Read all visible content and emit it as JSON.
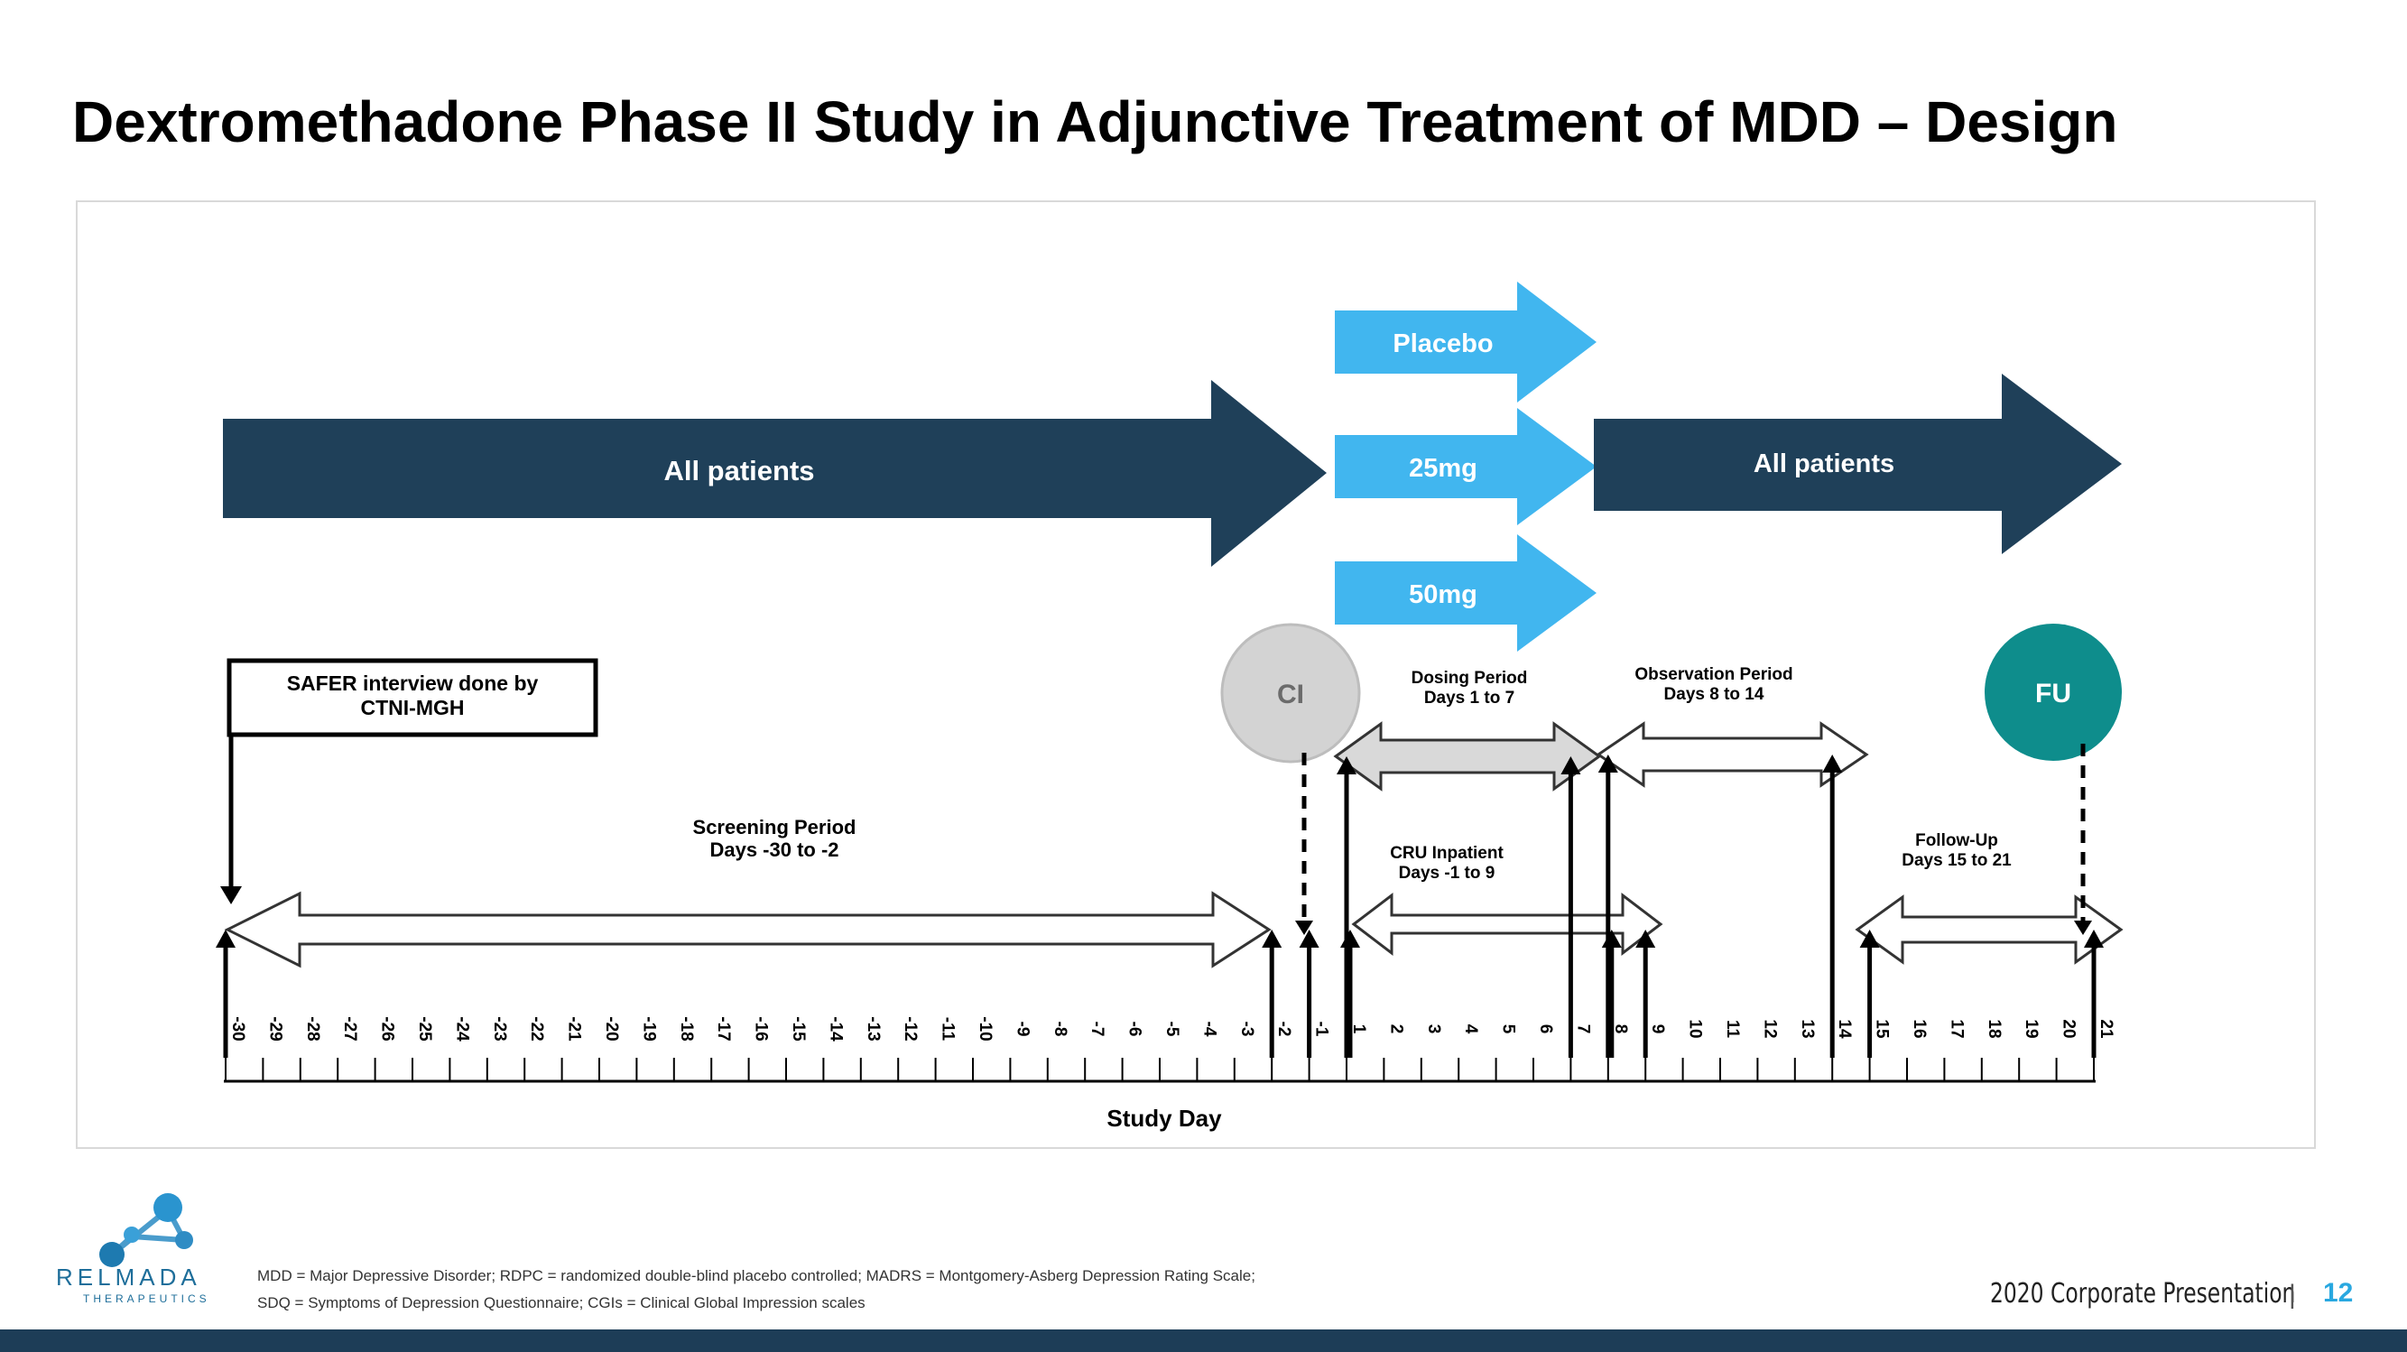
{
  "slide": {
    "title": "Dextromethadone Phase II Study in Adjunctive Treatment of MDD – Design"
  },
  "diagram": {
    "arrows": {
      "all_patients_left": "All patients",
      "all_patients_right": "All patients",
      "arms": [
        "Placebo",
        "25mg",
        "50mg"
      ]
    },
    "markers": {
      "ci": "CI",
      "fu": "FU"
    },
    "callout": {
      "line1": "SAFER interview done by",
      "line2": "CTNI-MGH"
    },
    "periods": {
      "screening": {
        "name": "Screening Period",
        "days": "Days -30 to -2"
      },
      "dosing": {
        "name": "Dosing Period",
        "days": "Days 1 to 7"
      },
      "observation": {
        "name": "Observation Period",
        "days": "Days 8 to 14"
      },
      "cru": {
        "name": "CRU Inpatient",
        "days": "Days -1 to 9"
      },
      "followup": {
        "name": "Follow-Up",
        "days": "Days 15 to 21"
      }
    },
    "axis": {
      "label": "Study Day",
      "ticks": [
        "-30",
        "-29",
        "-28",
        "-27",
        "-26",
        "-25",
        "-24",
        "-23",
        "-22",
        "-21",
        "-20",
        "-19",
        "-18",
        "-17",
        "-16",
        "-15",
        "-14",
        "-13",
        "-12",
        "-11",
        "-10",
        "-9",
        "-8",
        "-7",
        "-6",
        "-5",
        "-4",
        "-3",
        "-2",
        "-1",
        "1",
        "2",
        "3",
        "4",
        "5",
        "6",
        "7",
        "8",
        "9",
        "10",
        "11",
        "12",
        "13",
        "14",
        "15",
        "16",
        "17",
        "18",
        "19",
        "20",
        "21"
      ]
    },
    "colors": {
      "navy": "#1f4059",
      "light_blue": "#41b6ef",
      "ci_gray": "#d3d3d3",
      "fu_teal": "#0e8d8c",
      "dosing_fill": "#d9d9d9"
    }
  },
  "footer": {
    "logo_name": "RELMADA",
    "logo_sub": "THERAPEUTICS",
    "footnote_line1": "MDD = Major Depressive Disorder; RDPC = randomized double-blind placebo controlled; MADRS =  Montgomery-Asberg Depression Rating Scale;",
    "footnote_line2": "SDQ = Symptoms of Depression Questionnaire; CGIs = Clinical Global Impression scales",
    "presentation": "2020 Corporate Presentation",
    "separator": "|",
    "page_number": "12"
  }
}
